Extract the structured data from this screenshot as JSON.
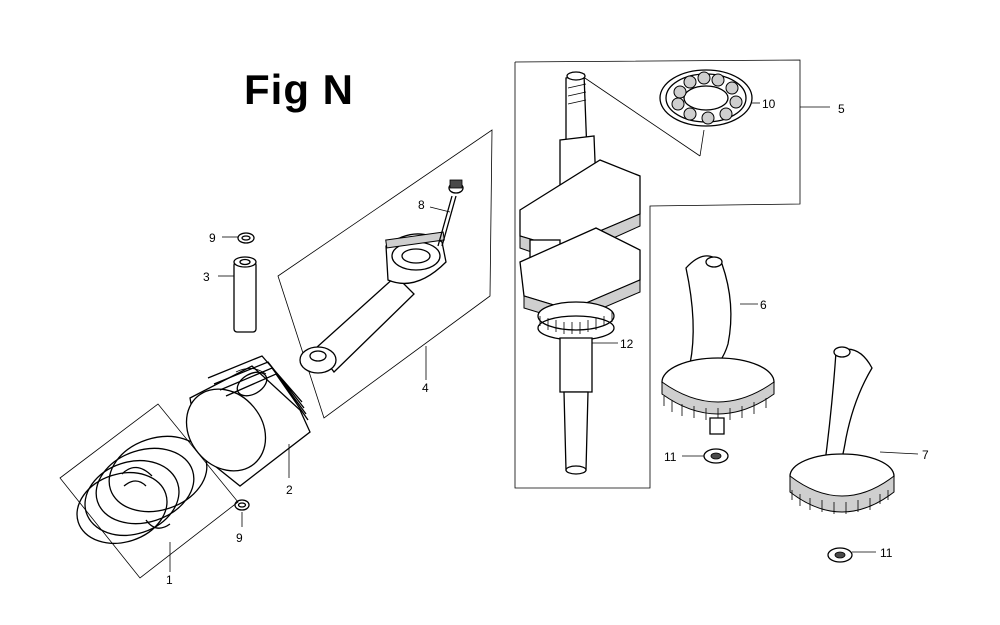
{
  "title": "Fig N",
  "callouts": {
    "c1": "1",
    "c2": "2",
    "c3": "3",
    "c4": "4",
    "c5": "5",
    "c6": "6",
    "c7": "7",
    "c8": "8",
    "c9a": "9",
    "c9b": "9",
    "c10": "10",
    "c11a": "11",
    "c11b": "11",
    "c12": "12"
  }
}
